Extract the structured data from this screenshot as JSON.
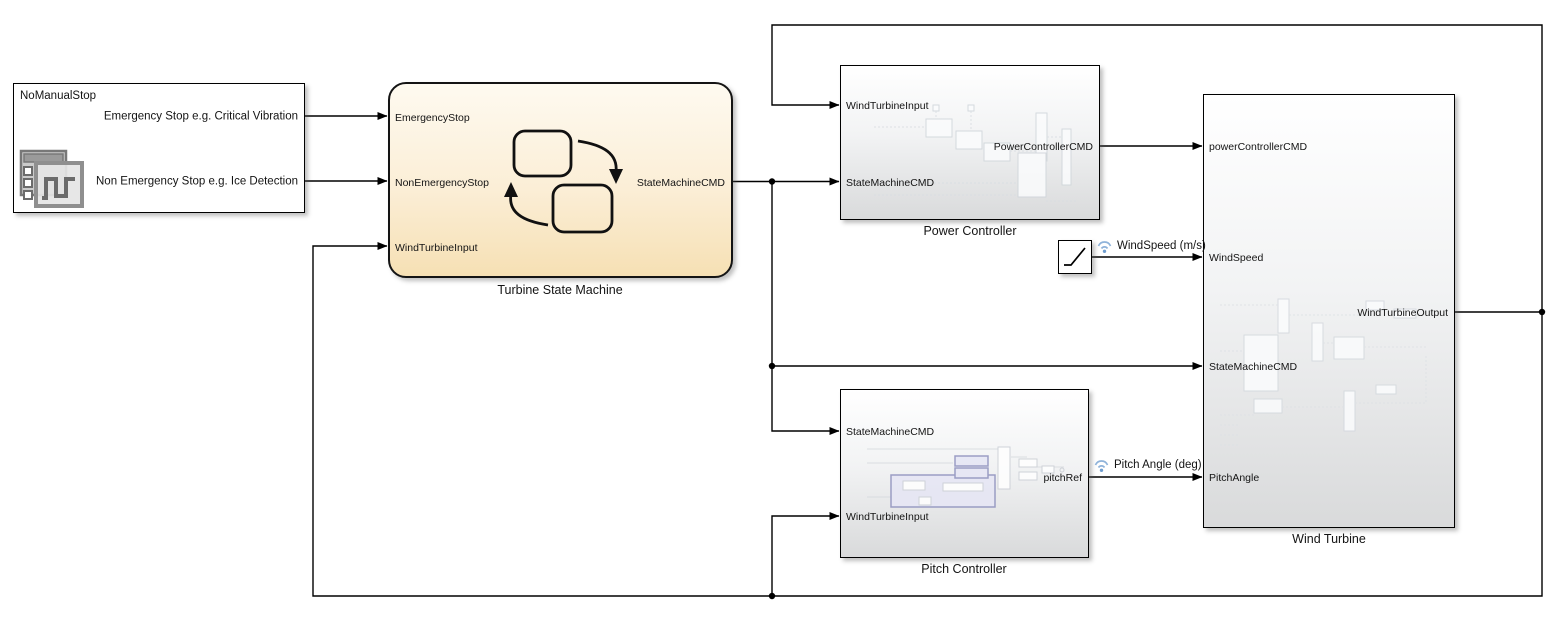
{
  "diagram": {
    "signal_editor": {
      "title": "NoManualStop",
      "outputs": [
        "Emergency Stop e.g. Critical Vibration",
        "Non Emergency Stop e.g. Ice Detection"
      ]
    },
    "turbine_state_machine": {
      "caption": "Turbine State Machine",
      "inputs": [
        "EmergencyStop",
        "NonEmergencyStop",
        "WindTurbineInput"
      ],
      "outputs": [
        "StateMachineCMD"
      ]
    },
    "power_controller": {
      "caption": "Power Controller",
      "inputs": [
        "WindTurbineInput",
        "StateMachineCMD"
      ],
      "outputs": [
        "PowerControllerCMD"
      ]
    },
    "pitch_controller": {
      "caption": "Pitch Controller",
      "inputs": [
        "StateMachineCMD",
        "WindTurbineInput"
      ],
      "outputs": [
        "pitchRef"
      ]
    },
    "wind_turbine": {
      "caption": "Wind Turbine",
      "inputs": [
        "powerControllerCMD",
        "WindSpeed",
        "StateMachineCMD",
        "PitchAngle"
      ],
      "outputs": [
        "WindTurbineOutput"
      ]
    },
    "signal_labels": {
      "wind_speed": "WindSpeed (m/s)",
      "pitch_angle": "Pitch Angle (deg)"
    },
    "colors": {
      "wire": "#000000",
      "chart_fill_top": "#fefaf0",
      "chart_fill_bottom": "#f6e0b4",
      "logged_signal_badge": "#7fa9d4"
    }
  }
}
